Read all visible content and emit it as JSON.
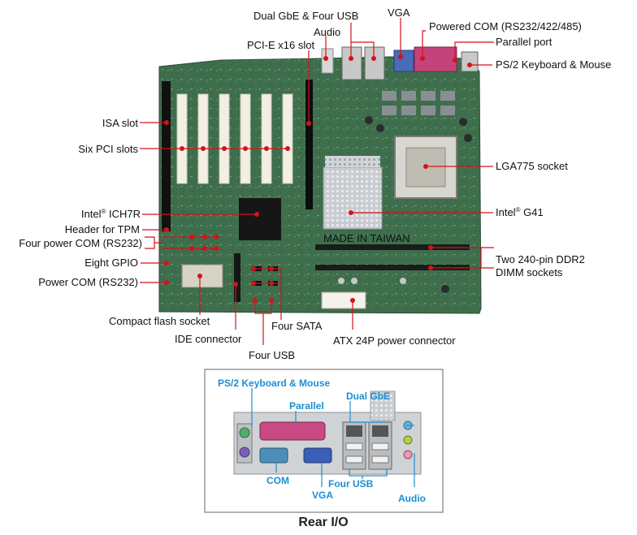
{
  "board_labels": {
    "dual_gbe_four_usb": "Dual GbE & Four USB",
    "vga": "VGA",
    "audio": "Audio",
    "powered_com": "Powered COM (RS232/422/485)",
    "pcie_x16": "PCI-E x16 slot",
    "parallel_port": "Parallel port",
    "ps2_keyboard_mouse": "PS/2 Keyboard & Mouse",
    "isa_slot": "ISA slot",
    "six_pci_slots": "Six PCI slots",
    "lga775_socket": "LGA775 socket",
    "intel_ich7r_prefix": "Intel",
    "intel_ich7r_suffix": " ICH7R",
    "intel_g41_prefix": "Intel",
    "intel_g41_suffix": " G41",
    "registered_mark": "®",
    "header_tpm": "Header for TPM",
    "four_power_com": "Four power COM (RS232)",
    "eight_gpio": "Eight GPIO",
    "power_com": "Power COM (RS232)",
    "two_ddr2_line1": "Two 240-pin DDR2",
    "two_ddr2_line2": "DIMM sockets",
    "compact_flash": "Compact flash socket",
    "ide_connector": "IDE connector",
    "four_sata": "Four SATA",
    "atx_24p": "ATX 24P power connector",
    "four_usb": "Four USB",
    "chip_marking": "MADE IN TAIWAN"
  },
  "rear_io": {
    "ps2": "PS/2 Keyboard & Mouse",
    "parallel": "Parallel",
    "dual_gbe": "Dual GbE",
    "com": "COM",
    "vga": "VGA",
    "four_usb": "Four USB",
    "audio": "Audio",
    "caption": "Rear I/O"
  },
  "colors": {
    "pcb": "#3c6b4a",
    "leader": "#d4121a",
    "rear_label": "#1a8fd0"
  }
}
